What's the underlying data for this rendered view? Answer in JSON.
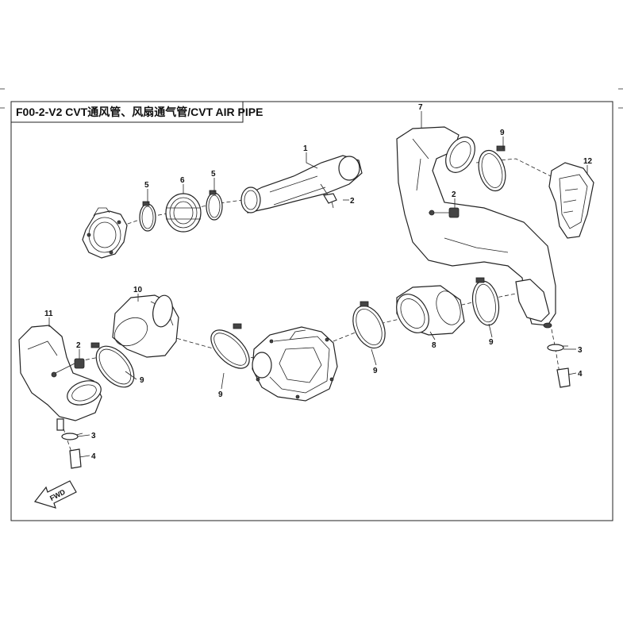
{
  "title": "F00-2-V2  CVT通风管、风扇通气管/CVT AIR PIPE",
  "fwd_label": "FWD",
  "callouts": {
    "c1": "1",
    "c2a": "2",
    "c5a": "5",
    "c6": "6",
    "c5b": "5",
    "c7": "7",
    "c9a": "9",
    "c12": "12",
    "c2b": "2",
    "c10": "10",
    "c11": "11",
    "c2c": "2",
    "c9b": "9",
    "c9c": "9",
    "c9d": "9",
    "c8": "8",
    "c9e": "9",
    "c3a": "3",
    "c4a": "4",
    "c3b": "3",
    "c4b": "4"
  }
}
